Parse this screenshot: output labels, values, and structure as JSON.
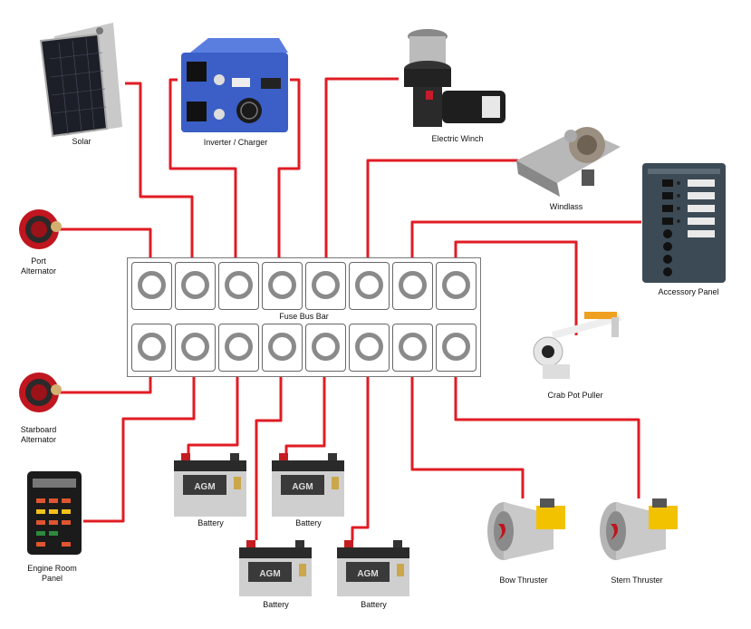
{
  "diagram": {
    "bus_label": "Fuse Bus Bar",
    "wire_color": "#e01c24",
    "components": {
      "solar": "Solar",
      "inverter": "Inverter / Charger",
      "winch": "Electric Winch",
      "windlass": "Windlass",
      "port_alt_1": "Port",
      "port_alt_2": "Alternator",
      "accessory_panel": "Accessory Panel",
      "crab_pot": "Crab Pot Puller",
      "stbd_alt_1": "Starboard",
      "stbd_alt_2": "Alternator",
      "engine_panel_1": "Engine Room",
      "engine_panel_2": "Panel",
      "battery_1": "Battery",
      "battery_2": "Battery",
      "battery_3": "Battery",
      "battery_4": "Battery",
      "bow_thruster": "Bow Thruster",
      "stern_thruster": "Stern Thruster"
    },
    "battery_brand": "AGM",
    "icons": [
      "solar-panel-icon",
      "inverter-icon",
      "winch-icon",
      "windlass-icon",
      "alternator-icon",
      "accessory-panel-icon",
      "crab-pot-puller-icon",
      "fuse-panel-icon",
      "battery-icon",
      "thruster-icon"
    ]
  }
}
